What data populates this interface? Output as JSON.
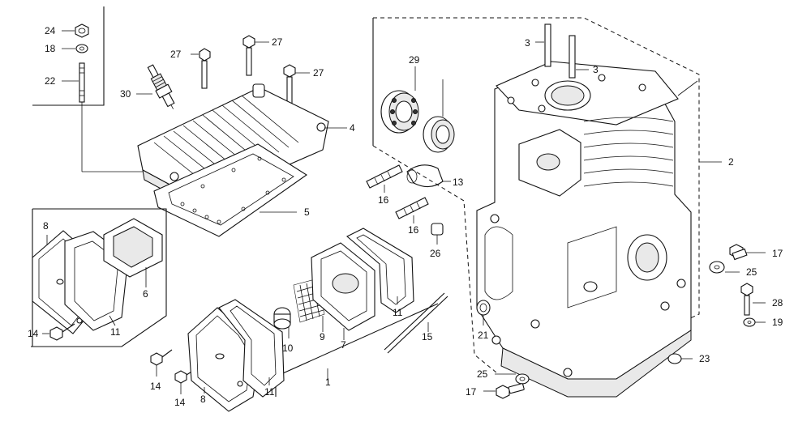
{
  "diagram": {
    "callouts": {
      "c1": "1",
      "c2": "2",
      "c3a": "3",
      "c3b": "3",
      "c4": "4",
      "c5": "5",
      "c6": "6",
      "c7": "7",
      "c8a": "8",
      "c8b": "8",
      "c9": "9",
      "c10": "10",
      "c11a": "11",
      "c11b": "11",
      "c11c": "11",
      "c13": "13",
      "c14a": "14",
      "c14b": "14",
      "c14c": "14",
      "c15": "15",
      "c16a": "16",
      "c16b": "16",
      "c17a": "17",
      "c17b": "17",
      "c18": "18",
      "c19": "19",
      "c21": "21",
      "c22": "22",
      "c23": "23",
      "c24": "24",
      "c25a": "25",
      "c25b": "25",
      "c26": "26",
      "c27a": "27",
      "c27b": "27",
      "c27c": "27",
      "c28": "28",
      "c29": "29",
      "c30": "30"
    }
  }
}
